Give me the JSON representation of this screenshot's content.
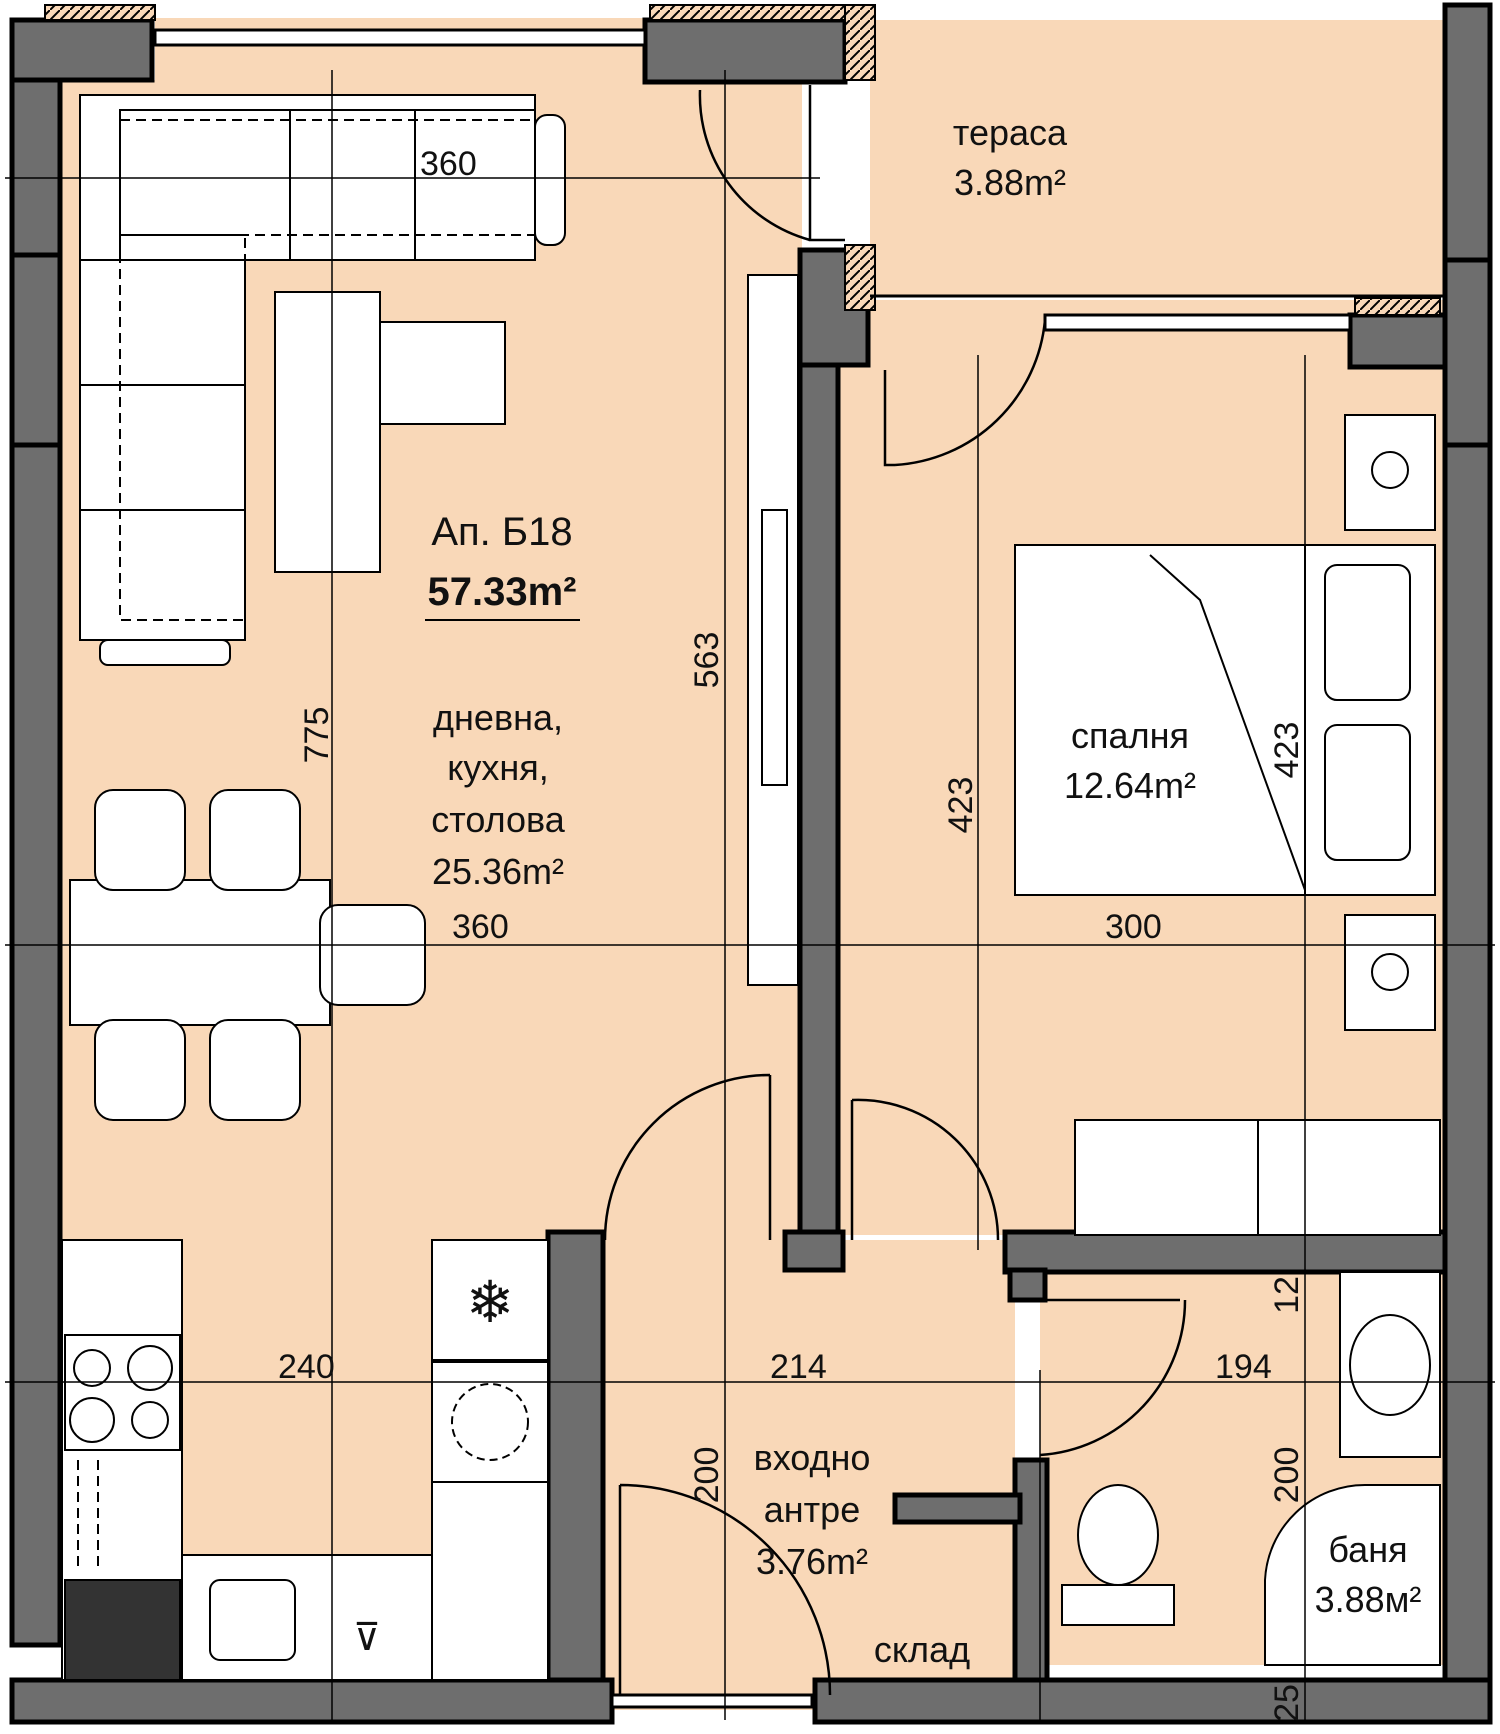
{
  "apartment": {
    "name": "Ап. Б18",
    "total_area": "57.33m²"
  },
  "rooms": {
    "terrace": {
      "name": "тераса",
      "area": "3.88m²"
    },
    "living": {
      "line1": "дневна,",
      "line2": "кухня,",
      "line3": "столова",
      "area": "25.36m²"
    },
    "bedroom": {
      "name": "спалня",
      "area": "12.64m²"
    },
    "entrance": {
      "line1": "входно",
      "line2": "антре",
      "area": "3.76m²"
    },
    "bathroom": {
      "name": "баня",
      "area": "3.88м²"
    },
    "storage": {
      "name": "склад"
    }
  },
  "dimensions": {
    "living_width_top": "360",
    "living_width_mid": "360",
    "living_height": "775",
    "corridor_height": "563",
    "bedroom_height_left": "423",
    "bedroom_height_right": "423",
    "bedroom_width": "300",
    "kitchen_width": "240",
    "entrance_width": "214",
    "bath_width": "194",
    "bath_gap": "12",
    "entrance_height": "200",
    "bath_height": "200",
    "bottom_wall": "25"
  },
  "colors": {
    "floor": "#f9d8b8",
    "wall": "#6e6e6e",
    "wall_outline": "#000000",
    "furniture": "#ffffff",
    "terrace": "#f9d8b8"
  },
  "icons": {
    "fridge": "snowflake-icon",
    "lamp": "lamp-icon"
  }
}
